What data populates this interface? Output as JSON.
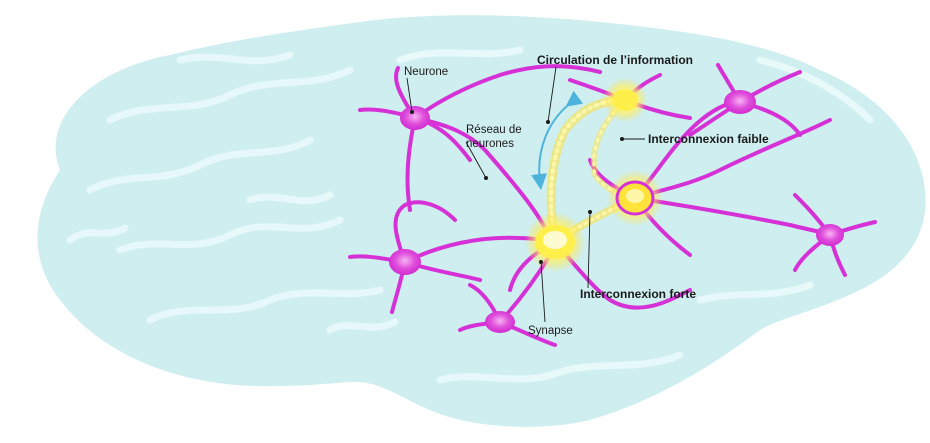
{
  "labels": {
    "neurone": "Neurone",
    "reseau_line1": "Réseau de",
    "reseau_line2": "neurones",
    "circulation": "Circulation de l’information",
    "interconnexion_faible": "Interconnexion faible",
    "interconnexion_forte": "Interconnexion forte",
    "synapse": "Synapse"
  },
  "colors": {
    "brain_fill": "#cfeef0",
    "brain_fold": "#e6f8f8",
    "neuron": "#d631d6",
    "neuron_highlight": "#f6a4f0",
    "signal": "#fff06a",
    "signal_glow": "#ffd21f",
    "arrow": "#4cb4dc"
  },
  "icons": {
    "direction_arrow": "double-headed-arrow-icon"
  }
}
